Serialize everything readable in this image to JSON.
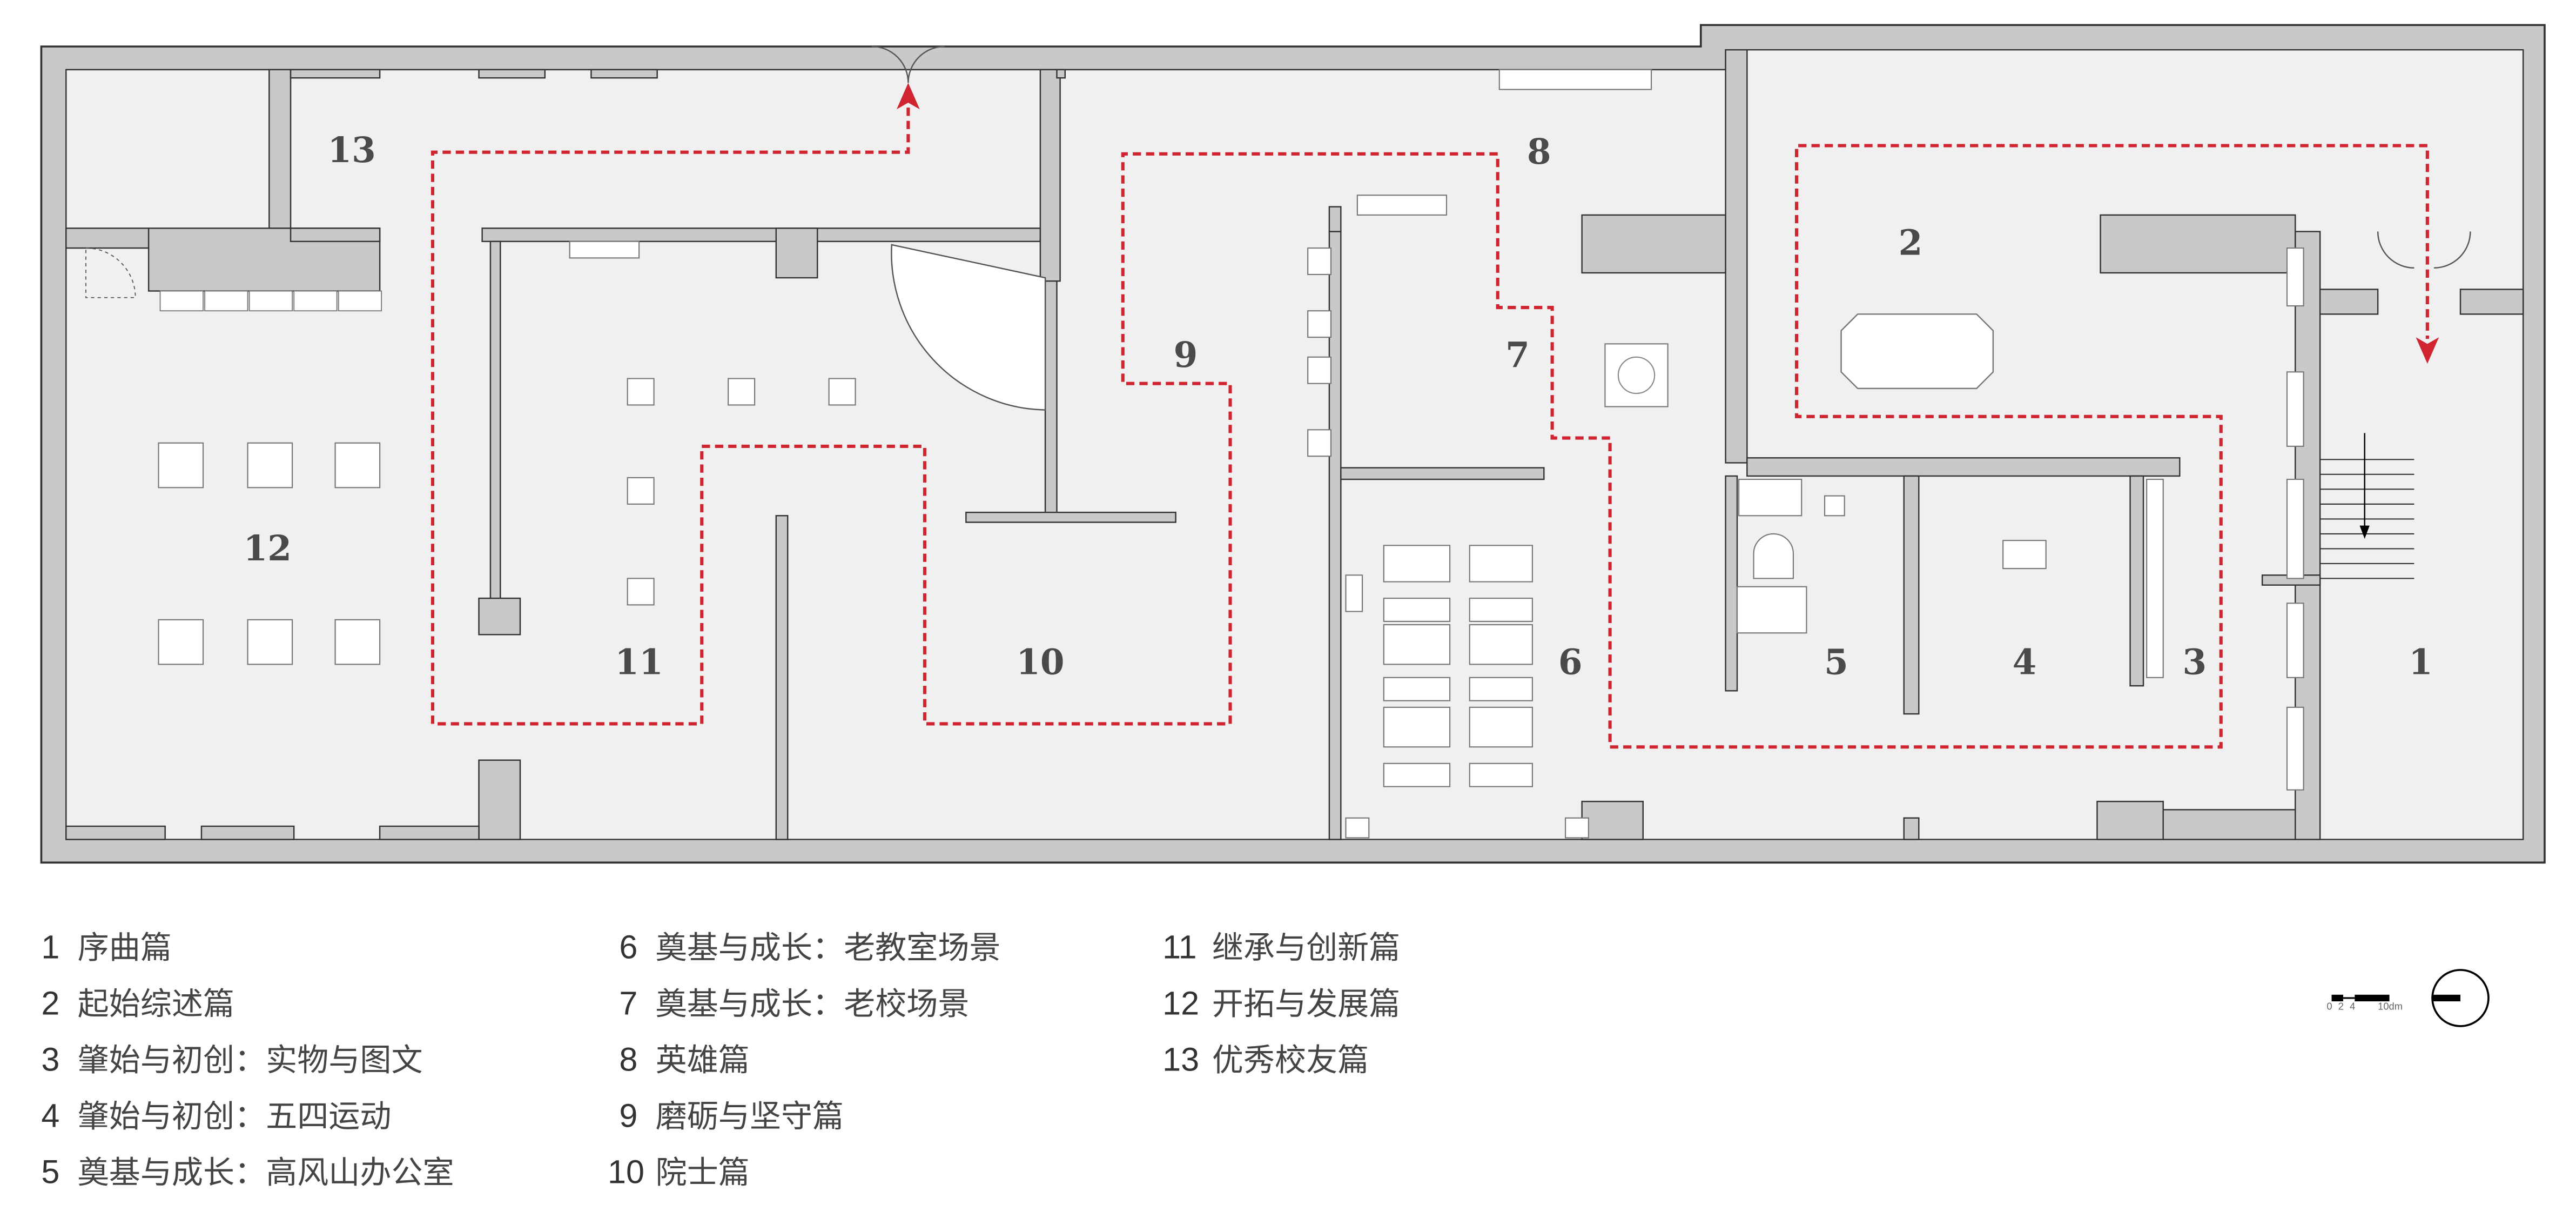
{
  "colors": {
    "wall": "#c9c9c9",
    "floor": "#eff0ef",
    "path": "#d02430",
    "outline": "#333333"
  },
  "rooms": [
    {
      "number": "1"
    },
    {
      "number": "2"
    },
    {
      "number": "3"
    },
    {
      "number": "4"
    },
    {
      "number": "5"
    },
    {
      "number": "6"
    },
    {
      "number": "7"
    },
    {
      "number": "8"
    },
    {
      "number": "9"
    },
    {
      "number": "10"
    },
    {
      "number": "11"
    },
    {
      "number": "12"
    },
    {
      "number": "13"
    }
  ],
  "legend": [
    {
      "number": "1",
      "name": "序曲篇"
    },
    {
      "number": "2",
      "name": "起始综述篇"
    },
    {
      "number": "3",
      "name": "肇始与初创：实物与图文"
    },
    {
      "number": "4",
      "name": "肇始与初创：五四运动"
    },
    {
      "number": "5",
      "name": "奠基与成长：高风山办公室"
    },
    {
      "number": "6",
      "name": "奠基与成长：老教室场景"
    },
    {
      "number": "7",
      "name": "奠基与成长：老校场景"
    },
    {
      "number": "8",
      "name": "英雄篇"
    },
    {
      "number": "9",
      "name": "磨砺与坚守篇"
    },
    {
      "number": "10",
      "name": "院士篇"
    },
    {
      "number": "11",
      "name": "继承与创新篇"
    },
    {
      "number": "12",
      "name": "开拓与发展篇"
    },
    {
      "number": "13",
      "name": "优秀校友篇"
    }
  ],
  "scale_bar": {
    "ticks": [
      "0",
      "2",
      "4",
      "10dm"
    ]
  },
  "icons": {
    "north": "north-arrow-icon",
    "entrance": "entrance-arrow-icon",
    "exit": "exit-arrow-icon"
  }
}
